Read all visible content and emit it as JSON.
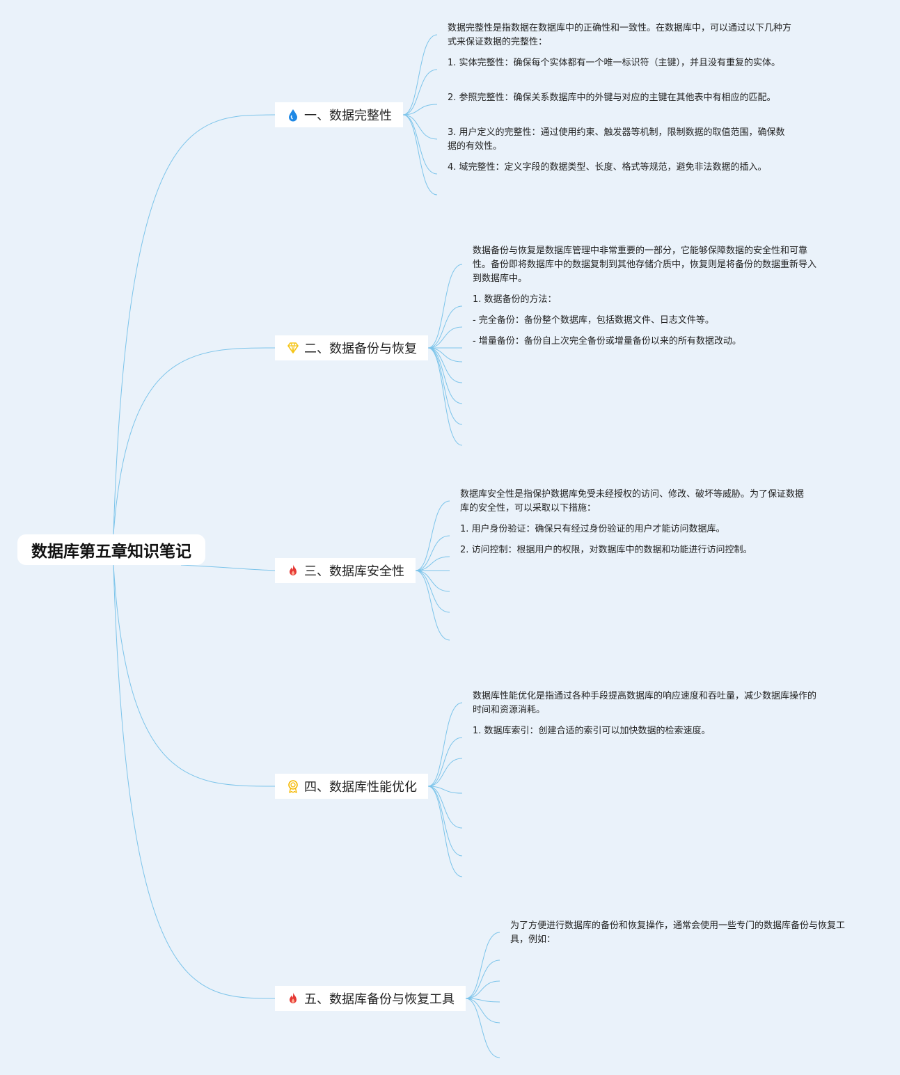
{
  "root": {
    "title": "数据库第五章知识笔记"
  },
  "colors": {
    "link": "#7cc4ea",
    "background": "#eaf2fa"
  },
  "branches": [
    {
      "id": "b1",
      "label": "一、数据完整性",
      "icon": "water-drop-icon",
      "icon_color": "#1e88e5",
      "leaves": [
        "数据完整性是指数据在数据库中的正确性和一致性。在数据库中，可以通过以下几种方式来保证数据的完整性：",
        "1. 实体完整性：确保每个实体都有一个唯一标识符（主键），并且没有重复的实体。",
        "2. 参照完整性：确保关系数据库中的外键与对应的主键在其他表中有相应的匹配。",
        "3. 用户定义的完整性：通过使用约束、触发器等机制，限制数据的取值范围，确保数据的有效性。",
        "4. 域完整性：定义字段的数据类型、长度、格式等规范，避免非法数据的插入。"
      ]
    },
    {
      "id": "b2",
      "label": "二、数据备份与恢复",
      "icon": "diamond-icon",
      "icon_color": "#f5c518",
      "leaves": [
        "数据备份与恢复是数据库管理中非常重要的一部分，它能够保障数据的安全性和可靠性。备份即将数据库中的数据复制到其他存储介质中，恢复则是将备份的数据重新导入到数据库中。",
        "1. 数据备份的方法：",
        "- 完全备份：备份整个数据库，包括数据文件、日志文件等。",
        "- 增量备份：备份自上次完全备份或增量备份以来的所有数据改动。"
      ]
    },
    {
      "id": "b3",
      "label": "三、数据库安全性",
      "icon": "fire-icon",
      "icon_color": "#e53935",
      "leaves": [
        "数据库安全性是指保护数据库免受未经授权的访问、修改、破坏等威胁。为了保证数据库的安全性，可以采取以下措施：",
        "1. 用户身份验证：确保只有经过身份验证的用户才能访问数据库。",
        "2. 访问控制：根据用户的权限，对数据库中的数据和功能进行访问控制。"
      ]
    },
    {
      "id": "b4",
      "label": "四、数据库性能优化",
      "icon": "medal-icon",
      "icon_color": "#f5b800",
      "leaves": [
        "数据库性能优化是指通过各种手段提高数据库的响应速度和吞吐量，减少数据库操作的时间和资源消耗。",
        "1. 数据库索引：创建合适的索引可以加快数据的检索速度。"
      ]
    },
    {
      "id": "b5",
      "label": "五、数据库备份与恢复工具",
      "icon": "fire-icon",
      "icon_color": "#e53935",
      "leaves": [
        "为了方便进行数据库的备份和恢复操作，通常会使用一些专门的数据库备份与恢复工具，例如："
      ]
    }
  ]
}
